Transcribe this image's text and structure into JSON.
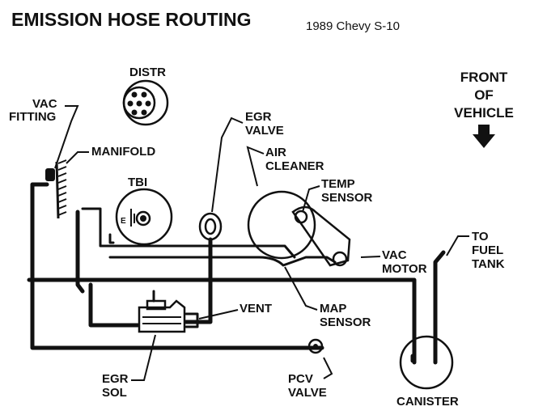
{
  "title": "EMISSION HOSE ROUTING",
  "subtitle": "1989 Chevy S-10",
  "direction": {
    "line1": "FRONT",
    "line2": "OF",
    "line3": "VEHICLE",
    "icon": "arrow-down-icon"
  },
  "labels": {
    "distr": "DISTR",
    "vac_fitting_1": "VAC",
    "vac_fitting_2": "FITTING",
    "manifold": "MANIFOLD",
    "tbi": "TBI",
    "tbi_mark": "E",
    "egr_valve_1": "EGR",
    "egr_valve_2": "VALVE",
    "air_cleaner_1": "AIR",
    "air_cleaner_2": "CLEANER",
    "temp_sensor_1": "TEMP",
    "temp_sensor_2": "SENSOR",
    "vac_motor_1": "VAC",
    "vac_motor_2": "MOTOR",
    "to_fuel_tank_1": "TO",
    "to_fuel_tank_2": "FUEL",
    "to_fuel_tank_3": "TANK",
    "vent": "VENT",
    "map_sensor_1": "MAP",
    "map_sensor_2": "SENSOR",
    "egr_sol_1": "EGR",
    "egr_sol_2": "SOL",
    "pcv_valve_1": "PCV",
    "pcv_valve_2": "VALVE",
    "canister": "CANISTER"
  },
  "colors": {
    "ink": "#111111",
    "background": "#ffffff"
  }
}
